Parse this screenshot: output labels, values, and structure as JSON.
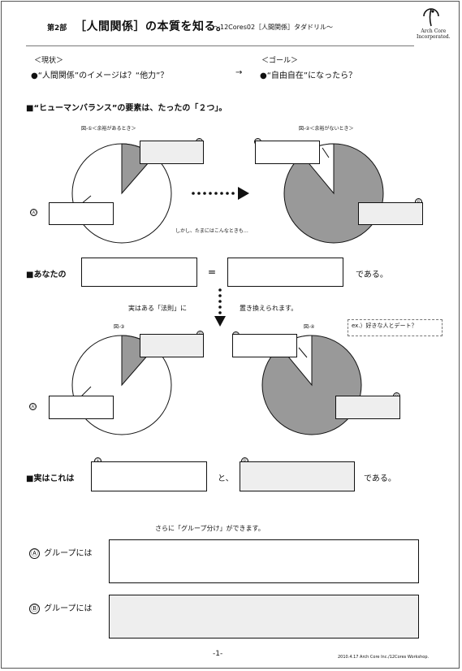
{
  "header": {
    "part": "第2部",
    "title": "［人間関係］の本質を知る。",
    "subtitle": "～12Cores02［人間関係］タダドリル～",
    "logo_line1": "Arch Core",
    "logo_line2": "Incorporated."
  },
  "status": {
    "current_label": "＜現状＞",
    "current_text": "●“人間関係”のイメージは？“他力”？",
    "arrow": "→",
    "goal_label": "＜ゴール＞",
    "goal_text": "●“自由自在”になったら？"
  },
  "section1": {
    "heading": "■“ヒューマンバランス”の要素は、たったの「２つ」。"
  },
  "figures": {
    "fig1_caption": "図-①＜余裕があるとき＞",
    "fig2_caption": "図-②＜余裕がないとき＞",
    "fig3_caption": "図-③",
    "fig4_caption": "図-④",
    "marker_a": "Ⓐ",
    "marker_b": "Ⓑ",
    "sometimes_text": "しかし、たまにはこんなときも…",
    "example_note": "ex.）好きな人とデート？"
  },
  "section2": {
    "you_prefix": "■あなたの",
    "equals": "＝",
    "suffix": "である。",
    "law_left": "実はある「法則」に",
    "law_right": "置き換えられます。"
  },
  "section3": {
    "prefix": "■実はこれは",
    "and": "と、",
    "suffix": "である。"
  },
  "section4": {
    "group_intro": "さらに「グループ分け」ができます。",
    "group_a_label": "グループには",
    "group_b_label": "グループには"
  },
  "footer": {
    "page_number": "-1-",
    "credit": "2010.4.17 Arch Core Inc./12Cores Workshop."
  }
}
